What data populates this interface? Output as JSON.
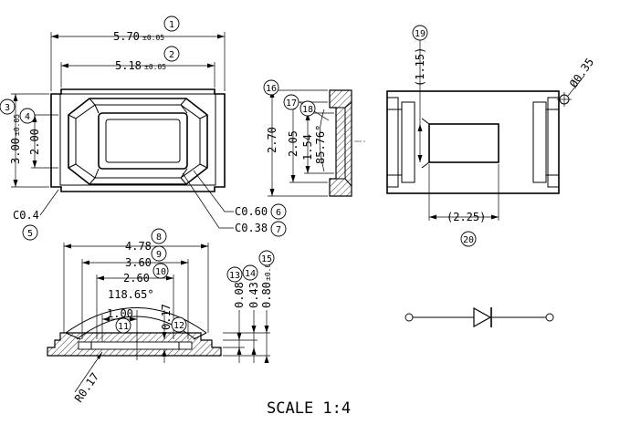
{
  "drawing": {
    "scale_label": "SCALE 1:4",
    "top_view": {
      "width": "5.70",
      "width_tol": "±0.05",
      "inner_width": "5.18",
      "inner_width_tol": "±0.05",
      "height": "3.00",
      "height_tol": "±0.05",
      "inner_height": "2.00",
      "chamfer_a": "C0.4",
      "chamfer_b": "C0.60",
      "chamfer_c": "C0.38"
    },
    "side_view": {
      "height": "2.70",
      "inner_height": "2.05",
      "lens_height": "1.54",
      "angle": "85.76°"
    },
    "bottom_view": {
      "pad_height": "(1.15)",
      "hole_dia": "Ø0.35",
      "pad_width": "(2.25)"
    },
    "section_view": {
      "width_a": "4.78",
      "width_b": "3.60",
      "width_c": "2.60",
      "angle": "118.65°",
      "gap": "1.00",
      "step": "0.17",
      "h_a": "0.08",
      "h_b": "0.43",
      "h_c": "0.80",
      "h_c_tol": "±0.03",
      "radius": "R0.17"
    },
    "callouts": [
      "1",
      "2",
      "3",
      "4",
      "5",
      "6",
      "7",
      "8",
      "9",
      "10",
      "11",
      "12",
      "13",
      "14",
      "15",
      "16",
      "17",
      "18",
      "19",
      "20"
    ]
  }
}
